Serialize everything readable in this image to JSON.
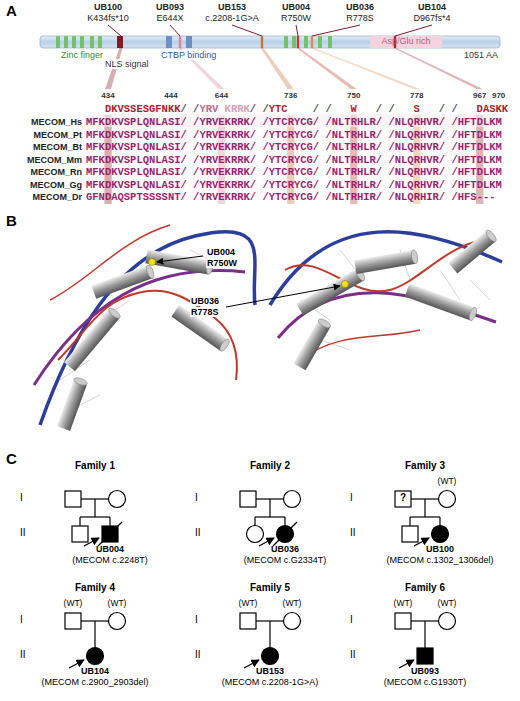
{
  "diagram": {
    "labels": [
      "A",
      "UB100",
      "K434fs*10",
      "UB093",
      "E644X",
      "UB153",
      "c.2208-1G>A",
      "UB004",
      "R750W",
      "UB036",
      "R778S",
      "UB104",
      "D967fs*4",
      "Zinc finger",
      "NLS signal",
      "CTBP binding",
      "Asp/Glu rich",
      "1051 AA",
      "434",
      "444",
      "644",
      "736",
      "750",
      "778",
      "967",
      "970",
      "DKVSSESGFNKK",
      "YRV",
      "KRRK",
      "YTC",
      "W",
      "S",
      "DASKK",
      "/",
      "/",
      "/",
      "/",
      "/",
      "/",
      "/",
      "/",
      "/",
      "/",
      "MECOM_Hs",
      "MECOM_Pt",
      "MECOM_Bt",
      "MECOM_Mm",
      "MECOM_Rn",
      "MECOM_Gg",
      "MECOM_Dr",
      "MFKDKVSPLQNLASI/ /YRVEKRRK/ /YTCRYCG/ /NLTRHLR/ /NLQRHVR/ /HFTDLKM",
      "MFKDKVSPLQNLASI/ /YRVEKRRK/ /YTCRYCG/ /NLTRHLR/ /NLQRHVR/ /HFTDLKM",
      "MFKDKVSPLQNLASI/ /YRVEKRRK/ /YTCRYCG/ /NLTRHLR/ /NLQRHVR/ /HFTDLKM",
      "MFKDKVSPLQNLASI/ /YRVEKRRK/ /YTCRYCG/ /NLTRHLR/ /NLQRHVR/ /HFTDLKM",
      "MFKDKVSPLQNLASI/ /YRVEKRRK/ /YTCRYCG/ /NLTRHLR/ /NLQRHVR/ /HFTDLKM",
      "MFKDKVSPLQNLASI/ /YRVEKRRK/ /YTCRYCG/ /NLTRHLR/ /NLQRHVR/ /HFTDLKM",
      "GFNDAQSPTSSSSNT/ /YRVEKRRK/ /YTCRYCG/ /NLTRHIR/ /NLQRHIR/ /HFS---",
      "B",
      "UB004",
      "R750W",
      "UB036",
      "R778S",
      "C",
      "Family 1",
      "I",
      "II",
      "UB004",
      "(MECOM c.2248T)",
      "Family 2",
      "I",
      "II",
      "UB036",
      "(MECOM c.G2334T)",
      "Family 3",
      "I",
      "II",
      "?",
      "(WT)",
      "UB100",
      "(MECOM c.1302_1306del)",
      "Family 4",
      "I",
      "II",
      "(WT)",
      "(WT)",
      "UB104",
      "(MECOM c.2900_2903del)",
      "Family 5",
      "I",
      "II",
      "(WT)",
      "(WT)",
      "UB153",
      "(MECOM c.2208-1G>A)",
      "Family 6",
      "I",
      "II",
      "(WT)",
      "(WT)",
      "UB093",
      "(MECOM c.G1930T)"
    ]
  }
}
